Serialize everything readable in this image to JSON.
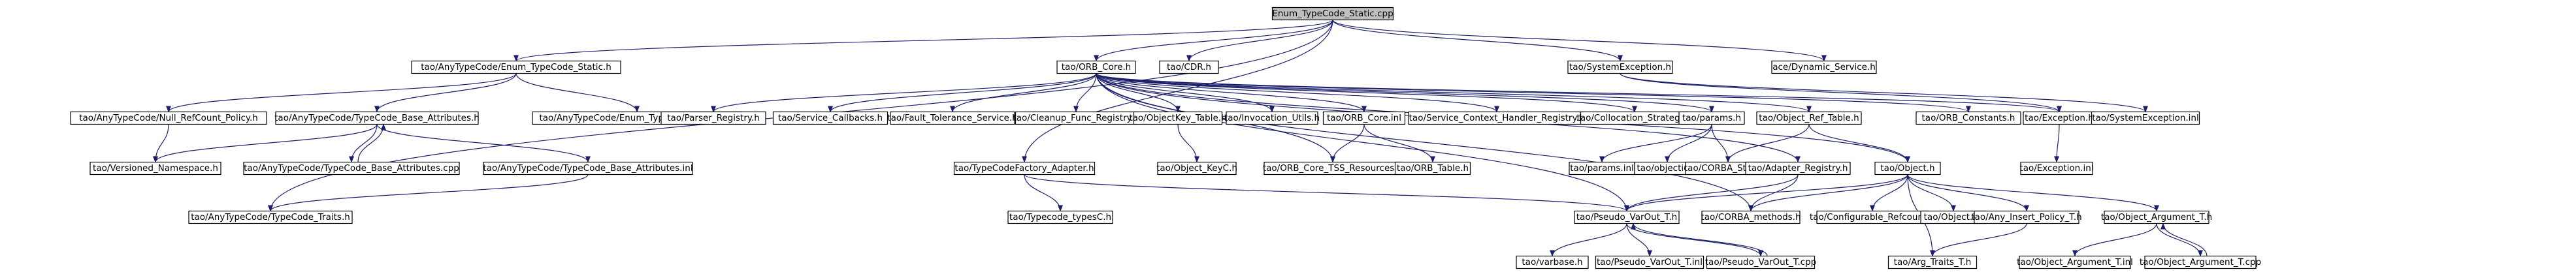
{
  "diagram": {
    "root": "Enum_TypeCode_Static.cpp",
    "nodes": [
      {
        "id": "root",
        "label": "Enum_TypeCode_Static.cpp",
        "root": true
      },
      {
        "id": "enum_h",
        "label": "tao/AnyTypeCode/Enum_TypeCode_Static.h"
      },
      {
        "id": "orb_core_h",
        "label": "tao/ORB_Core.h"
      },
      {
        "id": "cdr_h",
        "label": "tao/CDR.h"
      },
      {
        "id": "sysexc_h",
        "label": "tao/SystemException.h"
      },
      {
        "id": "dynsvc_h",
        "label": "ace/Dynamic_Service.h"
      },
      {
        "id": "nullref_h",
        "label": "tao/AnyTypeCode/Null_RefCount_Policy.h"
      },
      {
        "id": "tcbase_h",
        "label": "tao/AnyTypeCode/TypeCode_Base_Attributes.h"
      },
      {
        "id": "enum_inl",
        "label": "tao/AnyTypeCode/Enum_TypeCode_Static.inl"
      },
      {
        "id": "parser_h",
        "label": "tao/Parser_Registry.h"
      },
      {
        "id": "svccb_h",
        "label": "tao/Service_Callbacks.h"
      },
      {
        "id": "ft_h",
        "label": "tao/Fault_Tolerance_Service.h"
      },
      {
        "id": "cleanup_h",
        "label": "tao/Cleanup_Func_Registry.h"
      },
      {
        "id": "objkeytbl_h",
        "label": "tao/ObjectKey_Table.h"
      },
      {
        "id": "invutils_h",
        "label": "tao/Invocation_Utils.h"
      },
      {
        "id": "orbcore_inl",
        "label": "tao/ORB_Core.inl"
      },
      {
        "id": "sctx_h",
        "label": "tao/Service_Context_Handler_Registry.h"
      },
      {
        "id": "coll_h",
        "label": "tao/Collocation_Strategy.h"
      },
      {
        "id": "params_h",
        "label": "tao/params.h"
      },
      {
        "id": "objref_h",
        "label": "tao/Object_Ref_Table.h"
      },
      {
        "id": "orbconst_h",
        "label": "tao/ORB_Constants.h"
      },
      {
        "id": "exc_h",
        "label": "tao/Exception.h"
      },
      {
        "id": "sysexc_inl",
        "label": "tao/SystemException.inl"
      },
      {
        "id": "versioned_h",
        "label": "tao/Versioned_Namespace.h"
      },
      {
        "id": "tcbase_cpp",
        "label": "tao/AnyTypeCode/TypeCode_Base_Attributes.cpp"
      },
      {
        "id": "tcbase_inl",
        "label": "tao/AnyTypeCode/TypeCode_Base_Attributes.inl"
      },
      {
        "id": "tcfactory_h",
        "label": "tao/TypeCodeFactory_Adapter.h"
      },
      {
        "id": "objkeyc_h",
        "label": "tao/Object_KeyC.h"
      },
      {
        "id": "tss_h",
        "label": "tao/ORB_Core_TSS_Resources.h"
      },
      {
        "id": "orbtable_h",
        "label": "tao/ORB_Table.h"
      },
      {
        "id": "params_inl",
        "label": "tao/params.inl"
      },
      {
        "id": "objectid_h",
        "label": "tao/objectid.h"
      },
      {
        "id": "corbastr_h",
        "label": "tao/CORBA_String.h"
      },
      {
        "id": "adapter_h",
        "label": "tao/Adapter_Registry.h"
      },
      {
        "id": "object_h",
        "label": "tao/Object.h"
      },
      {
        "id": "exc_inl",
        "label": "tao/Exception.inl"
      },
      {
        "id": "tctraits_h",
        "label": "tao/AnyTypeCode/TypeCode_Traits.h"
      },
      {
        "id": "typecodec_h",
        "label": "tao/Typecode_typesC.h"
      },
      {
        "id": "pseudo_h",
        "label": "tao/Pseudo_VarOut_T.h"
      },
      {
        "id": "corbameth_h",
        "label": "tao/CORBA_methods.h"
      },
      {
        "id": "confref_h",
        "label": "tao/Configurable_Refcount.h"
      },
      {
        "id": "object_inl",
        "label": "tao/Object.inl"
      },
      {
        "id": "anyins_h",
        "label": "tao/Any_Insert_Policy_T.h"
      },
      {
        "id": "objarg_h",
        "label": "tao/Object_Argument_T.h"
      },
      {
        "id": "varbase_h",
        "label": "tao/varbase.h"
      },
      {
        "id": "pseudo_inl",
        "label": "tao/Pseudo_VarOut_T.inl"
      },
      {
        "id": "pseudo_cpp",
        "label": "tao/Pseudo_VarOut_T.cpp"
      },
      {
        "id": "argtraits_h",
        "label": "tao/Arg_Traits_T.h"
      },
      {
        "id": "objarg_inl",
        "label": "tao/Object_Argument_T.inl"
      },
      {
        "id": "objarg_cpp",
        "label": "tao/Object_Argument_T.cpp"
      }
    ]
  }
}
